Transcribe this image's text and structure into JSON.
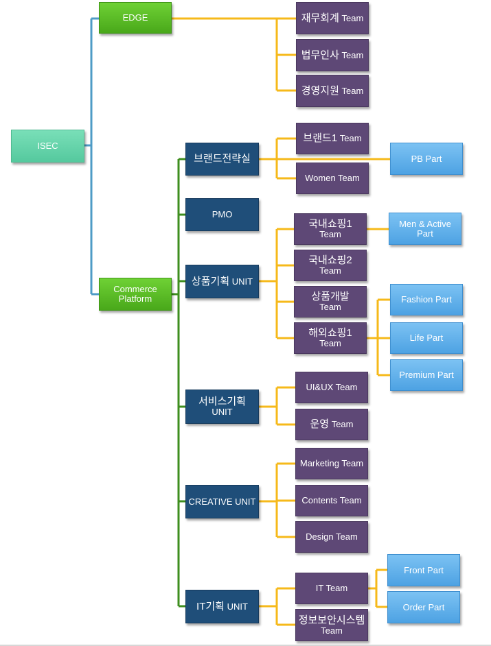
{
  "nodes": {
    "isec": "ISEC",
    "edge": "EDGE",
    "commerce": [
      "Commerce",
      "Platform"
    ],
    "edge_teams": {
      "finance": [
        "재무회계",
        " Team"
      ],
      "legal_hr": [
        "법무인사",
        " Team"
      ],
      "mgmt_support": [
        "경영지원",
        " Team"
      ]
    },
    "brand_strategy": "브랜드전략실",
    "brand1": [
      "브랜드1",
      " Team"
    ],
    "women": "Women Team",
    "pb_part": "PB Part",
    "pmo": "PMO",
    "md_unit": [
      "상품기획",
      " UNIT"
    ],
    "dom1": [
      "국내쇼핑1",
      "Team"
    ],
    "dom2": [
      "국내쇼핑2",
      "Team"
    ],
    "prod_dev": [
      "상품개발",
      "Team"
    ],
    "overseas1": [
      "해외쇼핑1",
      "Team"
    ],
    "men_active": [
      "Men & Active",
      "Part"
    ],
    "fashion": "Fashion Part",
    "life": "Life Part",
    "premium": "Premium Part",
    "service_unit": [
      "서비스기획",
      "UNIT"
    ],
    "uiux": "UI&UX Team",
    "ops": [
      "운영",
      " Team"
    ],
    "creative_unit": "CREATIVE UNIT",
    "marketing": "Marketing Team",
    "contents": "Contents Team",
    "design": "Design Team",
    "it_unit": [
      "IT기획",
      " UNIT"
    ],
    "it_team": "IT Team",
    "infosec": [
      "정보보안시스템",
      "Team"
    ],
    "front": "Front Part",
    "order": "Order Part"
  },
  "colors": {
    "root_line": "#4e9bc6",
    "commerce_line": "#3e8e1e",
    "team_line": "#f6b91a",
    "teal": "#5cd0a6",
    "green": "#52b820",
    "navy": "#1f4e79",
    "purple": "#5e4876",
    "blue": "#5fb0ea"
  }
}
